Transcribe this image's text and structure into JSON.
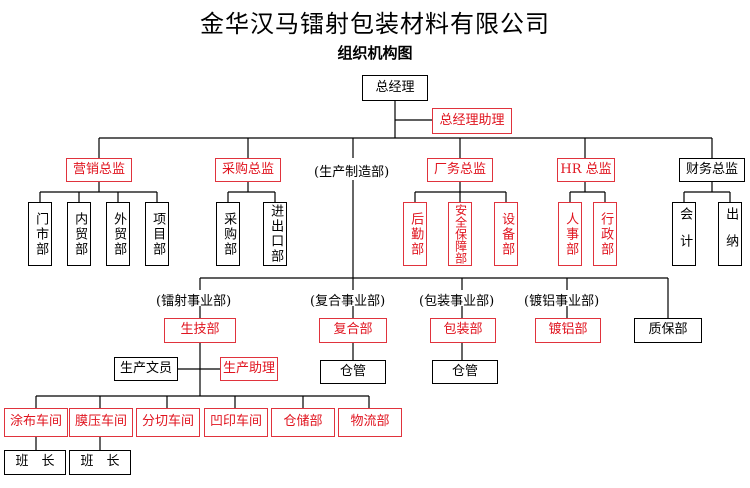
{
  "title": "金华汉马镭射包装材料有限公司",
  "subtitle": "组织机构图",
  "top": {
    "gm": "总经理",
    "gm_assistant": "总经理助理"
  },
  "directors": {
    "marketing": "营销总监",
    "purchasing": "采购总监",
    "production": "(生产制造部)",
    "plant": "厂务总监",
    "hr": "HR 总监",
    "finance": "财务总监"
  },
  "marketing_units": [
    "门市部",
    "内贸部",
    "外贸部",
    "项目部"
  ],
  "purchasing_units": [
    "采购部",
    "进出口部"
  ],
  "plant_units": [
    "后勤部",
    "安全保障部",
    "设备部"
  ],
  "hr_units": [
    "人事部",
    "行政部"
  ],
  "finance_units": [
    "会计",
    "出纳"
  ],
  "divisions": {
    "laser": "(镭射事业部)",
    "composite": "(复合事业部)",
    "packaging": "(包装事业部)",
    "aluminum": "(镀铝事业部)"
  },
  "division_units": {
    "tech": "生技部",
    "composite": "复合部",
    "packaging": "包装部",
    "aluminum": "镀铝部",
    "qa": "质保部"
  },
  "warehouse": "仓管",
  "staff": {
    "clerk": "生产文员",
    "assistant": "生产助理"
  },
  "workshops": [
    "涂布车间",
    "膜压车间",
    "分切车间",
    "凹印车间",
    "仓储部",
    "物流部"
  ],
  "team_leader": "班　长"
}
